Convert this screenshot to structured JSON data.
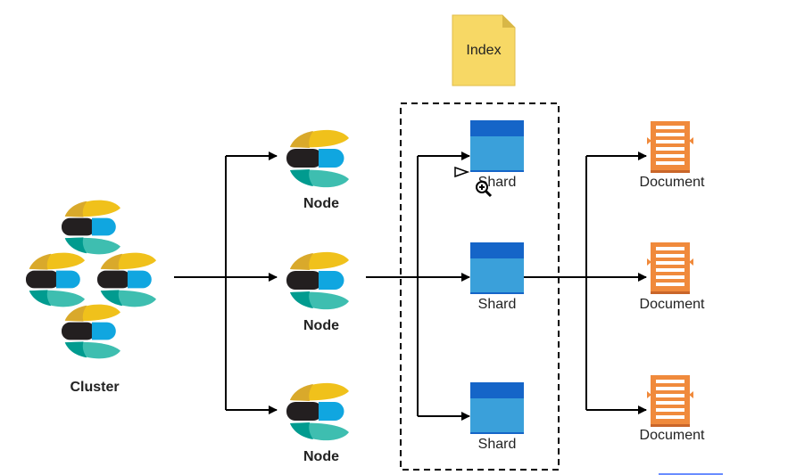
{
  "index": {
    "label": "Index"
  },
  "cluster": {
    "label": "Cluster"
  },
  "nodes": [
    {
      "label": "Node"
    },
    {
      "label": "Node"
    },
    {
      "label": "Node"
    }
  ],
  "shards": [
    {
      "label": "Shard"
    },
    {
      "label": "Shard"
    },
    {
      "label": "Shard"
    }
  ],
  "documents": [
    {
      "label": "Document"
    },
    {
      "label": "Document"
    },
    {
      "label": "Document"
    }
  ],
  "icons": {
    "logo": "elastic-logo-icon",
    "shard": "shard-icon",
    "document": "document-icon",
    "index": "file-note-icon",
    "cursor": "zoom-in-icon"
  },
  "colors": {
    "yellow": "#f0c11b",
    "yellow_dark": "#d9a92b",
    "black": "#231f20",
    "blue": "#10a6e0",
    "teal": "#3ebeb0",
    "teal_dark": "#019b8f",
    "shard_top": "#1565c8",
    "shard_body": "#3aa0da",
    "document": "#f08a3c",
    "index_fill": "#f7d865",
    "link": "#6a8dff"
  }
}
